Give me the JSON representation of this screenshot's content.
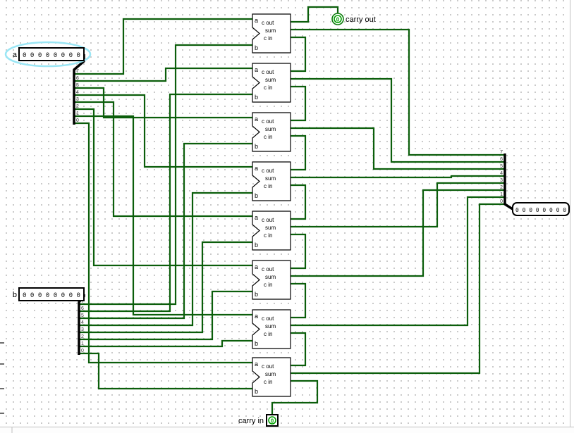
{
  "colors": {
    "wire_green": "#0b5e0b",
    "bus_black": "#000000",
    "value_green": "#00a000",
    "selection_halo": "#9ae6f5"
  },
  "pins": {
    "input_a": {
      "label": "a",
      "value": "0 0 0 0 0 0 0 0"
    },
    "input_b": {
      "label": "b",
      "value": "0 0 0 0 0 0 0 0"
    },
    "output_sum": {
      "value": "0 0 0 0 0 0 0 0"
    },
    "carry_in": {
      "label": "carry in",
      "value": "0"
    },
    "carry_out": {
      "label": "carry out",
      "value": "0"
    }
  },
  "adder_labels": {
    "a": "a",
    "b": "b",
    "c_out": "c out",
    "sum": "sum",
    "c_in": "c in"
  },
  "splitter_bits": [
    "7",
    "6",
    "5",
    "4",
    "3",
    "2",
    "1",
    "0"
  ]
}
